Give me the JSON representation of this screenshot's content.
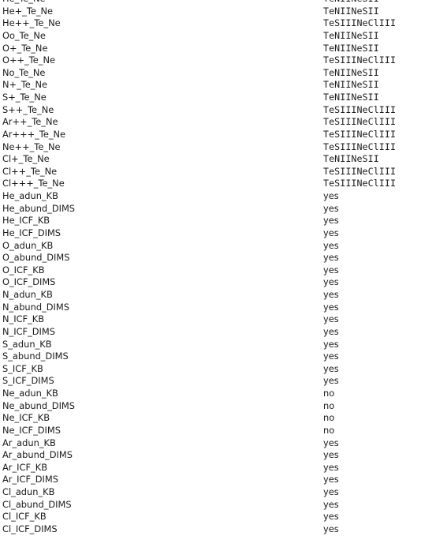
{
  "rows": [
    {
      "key": "He_Te_Ne",
      "value": "TeNIINeSII",
      "mono": true
    },
    {
      "key": "He+_Te_Ne",
      "value": "TeNIINeSII",
      "mono": true
    },
    {
      "key": "He++_Te_Ne",
      "value": "TeSIIINeClIII",
      "mono": true
    },
    {
      "key": "Oo_Te_Ne",
      "value": "TeNIINeSII",
      "mono": true
    },
    {
      "key": "O+_Te_Ne",
      "value": "TeNIINeSII",
      "mono": true
    },
    {
      "key": "O++_Te_Ne",
      "value": "TeSIIINeClIII",
      "mono": true
    },
    {
      "key": "No_Te_Ne",
      "value": "TeNIINeSII",
      "mono": true
    },
    {
      "key": "N+_Te_Ne",
      "value": "TeNIINeSII",
      "mono": true
    },
    {
      "key": "S+_Te_Ne",
      "value": "TeNIINeSII",
      "mono": true
    },
    {
      "key": "S++_Te_Ne",
      "value": "TeSIIINeClIII",
      "mono": true
    },
    {
      "key": "Ar++_Te_Ne",
      "value": "TeSIIINeClIII",
      "mono": true
    },
    {
      "key": "Ar+++_Te_Ne",
      "value": "TeSIIINeClIII",
      "mono": true
    },
    {
      "key": "Ne++_Te_Ne",
      "value": "TeSIIINeClIII",
      "mono": true
    },
    {
      "key": "Cl+_Te_Ne",
      "value": "TeNIINeSII",
      "mono": true
    },
    {
      "key": "Cl++_Te_Ne",
      "value": "TeSIIINeClIII",
      "mono": true
    },
    {
      "key": "Cl+++_Te_Ne",
      "value": "TeSIIINeClIII",
      "mono": true
    },
    {
      "key": "He_adun_KB",
      "value": "yes",
      "mono": false
    },
    {
      "key": "He_abund_DIMS",
      "value": "yes",
      "mono": false
    },
    {
      "key": "He_ICF_KB",
      "value": "yes",
      "mono": false
    },
    {
      "key": "He_ICF_DIMS",
      "value": "yes",
      "mono": false
    },
    {
      "key": "O_adun_KB",
      "value": "yes",
      "mono": false
    },
    {
      "key": "O_abund_DIMS",
      "value": "yes",
      "mono": false
    },
    {
      "key": "O_ICF_KB",
      "value": "yes",
      "mono": false
    },
    {
      "key": "O_ICF_DIMS",
      "value": "yes",
      "mono": false
    },
    {
      "key": "N_adun_KB",
      "value": "yes",
      "mono": false
    },
    {
      "key": "N_abund_DIMS",
      "value": "yes",
      "mono": false
    },
    {
      "key": "N_ICF_KB",
      "value": "yes",
      "mono": false
    },
    {
      "key": "N_ICF_DIMS",
      "value": "yes",
      "mono": false
    },
    {
      "key": "S_adun_KB",
      "value": "yes",
      "mono": false
    },
    {
      "key": "S_abund_DIMS",
      "value": "yes",
      "mono": false
    },
    {
      "key": "S_ICF_KB",
      "value": "yes",
      "mono": false
    },
    {
      "key": "S_ICF_DIMS",
      "value": "yes",
      "mono": false
    },
    {
      "key": "Ne_adun_KB",
      "value": "no",
      "mono": false
    },
    {
      "key": "Ne_abund_DIMS",
      "value": "no",
      "mono": false
    },
    {
      "key": "Ne_ICF_KB",
      "value": "no",
      "mono": false
    },
    {
      "key": "Ne_ICF_DIMS",
      "value": "no",
      "mono": false
    },
    {
      "key": "Ar_adun_KB",
      "value": "yes",
      "mono": false
    },
    {
      "key": "Ar_abund_DIMS",
      "value": "yes",
      "mono": false
    },
    {
      "key": "Ar_ICF_KB",
      "value": "yes",
      "mono": false
    },
    {
      "key": "Ar_ICF_DIMS",
      "value": "yes",
      "mono": false
    },
    {
      "key": "Cl_adun_KB",
      "value": "yes",
      "mono": false
    },
    {
      "key": "Cl_abund_DIMS",
      "value": "yes",
      "mono": false
    },
    {
      "key": "Cl_ICF_KB",
      "value": "yes",
      "mono": false
    },
    {
      "key": "Cl_ICF_DIMS",
      "value": "yes",
      "mono": false
    }
  ]
}
